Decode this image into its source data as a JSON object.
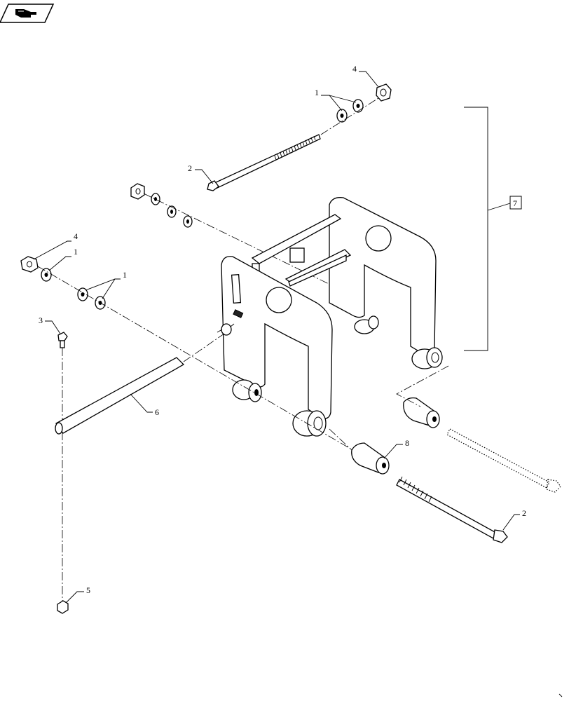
{
  "diagram": {
    "icons": {
      "nav_icon": "pointing-hand-icon"
    },
    "callouts": {
      "c4_top": "4",
      "c1_top": "1",
      "c2_top": "2",
      "c7": "7",
      "c4_left": "4",
      "c1_left": "1",
      "c1_mid": "1",
      "c3": "3",
      "c6": "6",
      "c8": "8",
      "c2_bottom": "2",
      "c5": "5"
    }
  }
}
